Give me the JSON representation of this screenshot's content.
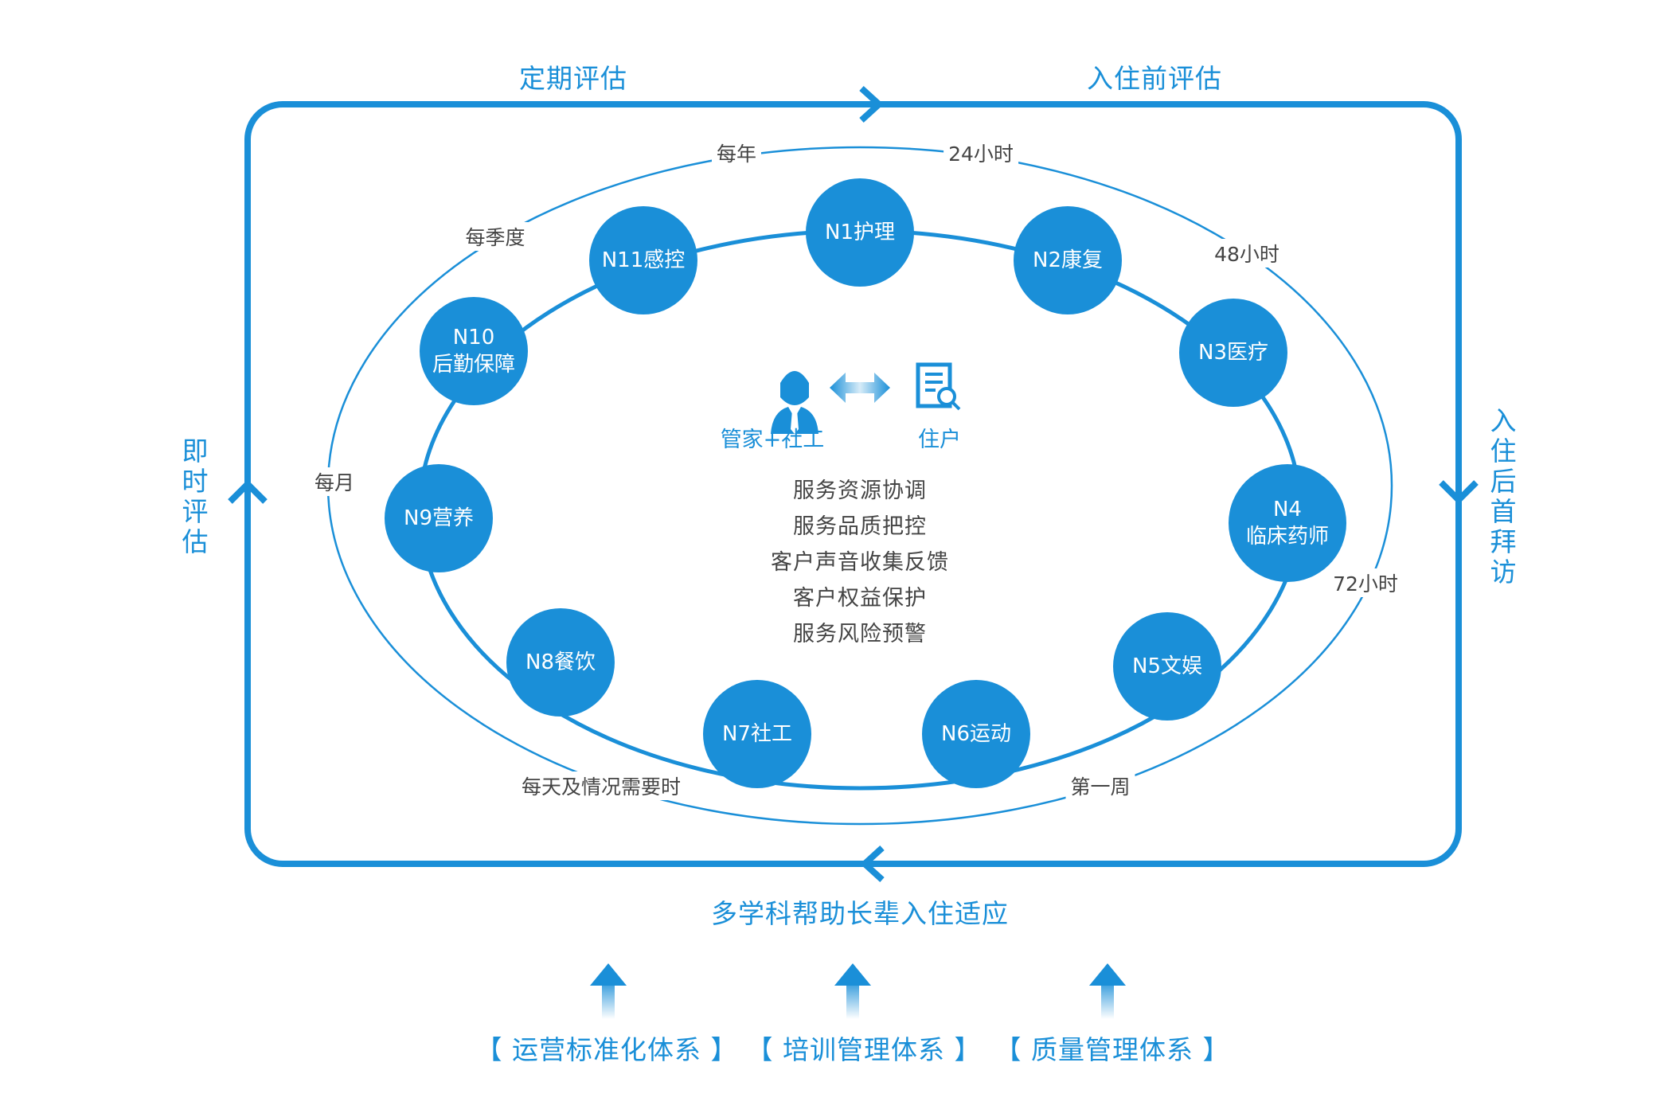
{
  "outer_loop": {
    "top_left": "定期评估",
    "top_right": "入住前评估",
    "right": "入住后首拜访",
    "left": "即时评估",
    "bottom": "多学科帮助长辈入住适应"
  },
  "frequencies": {
    "yearly": "每年",
    "h24": "24小时",
    "quarterly": "每季度",
    "h48": "48小时",
    "monthly": "每月",
    "h72": "72小时",
    "daily": "每天及情况需要时",
    "week1": "第一周"
  },
  "nodes": {
    "n1": "N1护理",
    "n2": "N2康复",
    "n3": "N3医疗",
    "n4": "N4\n临床药师",
    "n5": "N5文娱",
    "n6": "N6运动",
    "n7": "N7社工",
    "n8": "N8餐饮",
    "n9": "N9营养",
    "n10": "N10\n后勤保障",
    "n11": "N11感控"
  },
  "center": {
    "left_role": "管家+社工",
    "right_role": "住户",
    "left_icon": "person-icon",
    "right_icon": "resident-document-icon",
    "duties": [
      "服务资源协调",
      "服务品质把控",
      "客户声音收集反馈",
      "客户权益保护",
      "服务风险预警"
    ]
  },
  "systems": [
    "【 运营标准化体系 】",
    "【 培训管理体系 】",
    "【 质量管理体系 】"
  ],
  "colors": {
    "accent": "#1a8fd8"
  }
}
